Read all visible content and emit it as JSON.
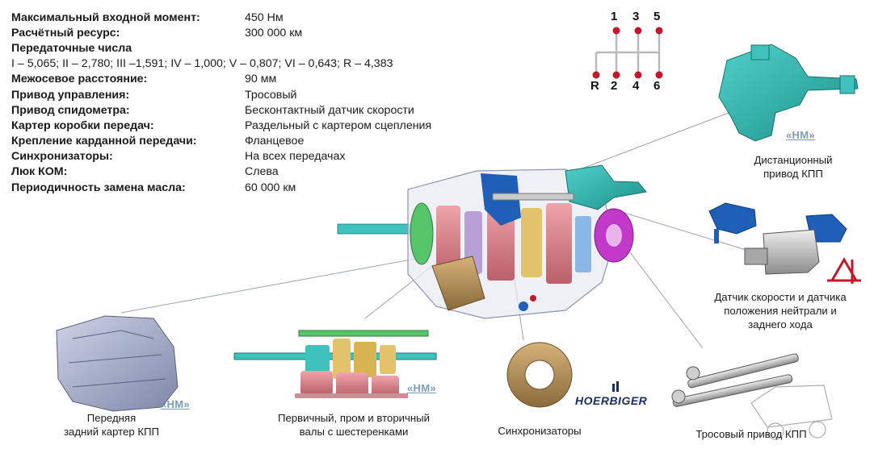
{
  "specs": {
    "rows": [
      {
        "label": "Максимальный входной момент:",
        "value": "450 Нм"
      },
      {
        "label": "Расчётный ресурс:",
        "value": "300 000 км"
      }
    ],
    "ratios_title": "Передаточные числа",
    "ratios_value": "I – 5,065; II – 2,780; III –1,591; IV – 1,000; V – 0,807; VI – 0,643; R – 4,383",
    "rows2": [
      {
        "label": "Межосевое расстояние:",
        "value": "90 мм"
      },
      {
        "label": "Привод управления:",
        "value": "Тросовый"
      },
      {
        "label": "Привод спидометра:",
        "value": "Бесконтактный датчик скорости"
      },
      {
        "label": "Картер коробки передач:",
        "value": "Раздельный с картером сцепления"
      },
      {
        "label": "Крепление карданной передачи:",
        "value": "Фланцевое"
      },
      {
        "label": "Синхронизаторы:",
        "value": "На всех передачах"
      },
      {
        "label": "Люк КОМ:",
        "value": "Слева"
      },
      {
        "label": "Периодичность замена масла:",
        "value": "60 000 км"
      }
    ]
  },
  "shift_pattern": {
    "top": [
      "1",
      "3",
      "5"
    ],
    "bottom": [
      "R",
      "2",
      "4",
      "6"
    ]
  },
  "captions": {
    "remote_drive": [
      "Дистанционный",
      "привод КПП"
    ],
    "sensor": [
      "Датчик скорости и датчика",
      "положения нейтрали и",
      "заднего хода"
    ],
    "housing": [
      "Передняя",
      "задний картер КПП"
    ],
    "shafts": [
      "Первичный, пром и вторичный",
      "валы с шестеренками"
    ],
    "synchro": "Синхронизаторы",
    "cable": "Тросовый привод КПП"
  },
  "badges": {
    "nm": "«НМ»"
  },
  "brand": "HOERBIGER",
  "colors": {
    "teal": "#2bb5b0",
    "pink": "#d9868e",
    "blue_part": "#1f5fb8",
    "housing_grey": "#9ea6c4",
    "bronze": "#b9935a",
    "shift_dot": "#c0192b"
  }
}
